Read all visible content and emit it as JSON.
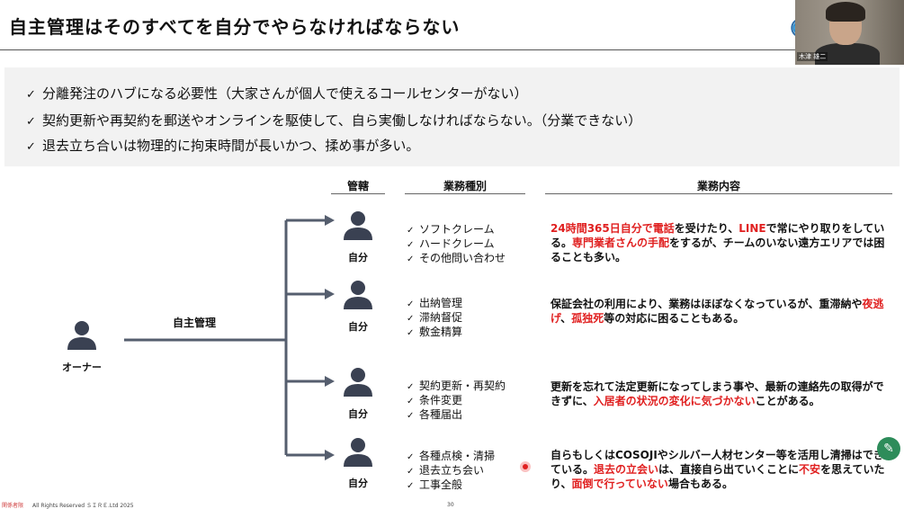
{
  "slide": {
    "title": "自主管理はそのすべてを自分でやらなければならない",
    "bullets": [
      "分離発注のハブになる必要性（大家さんが個人で使えるコールセンターがない）",
      "契約更新や再契約を郵送やオンラインを駆使して、自ら実働しなければならない。（分業できない）",
      "退去立ち合いは物理的に拘束時間が長いかつ、揉め事が多い。"
    ],
    "check_mark": "✓",
    "headers": {
      "jurisdiction": "管轄",
      "category": "業務種別",
      "content": "業務内容"
    },
    "owner_label": "オーナー",
    "route_label": "自主管理",
    "rows": [
      {
        "who": "自分",
        "tasks": [
          "ソフトクレーム",
          "ハードクレーム",
          "その他問い合わせ"
        ],
        "desc": [
          {
            "t": "24時間365日自分で電話",
            "red": true
          },
          {
            "t": "を受けたり、",
            "red": false
          },
          {
            "t": "LINE",
            "red": true
          },
          {
            "t": "で常にやり取りをしている。",
            "red": false
          },
          {
            "t": "専門業者さんの手配",
            "red": true
          },
          {
            "t": "をするが、チームのいない遠方エリアでは困ることも多い。",
            "red": false
          }
        ]
      },
      {
        "who": "自分",
        "tasks": [
          "出納管理",
          "滞納督促",
          "敷金精算"
        ],
        "desc": [
          {
            "t": "保証会社の利用により、業務はほぼなくなっているが、重滞納や",
            "red": false
          },
          {
            "t": "夜逃げ",
            "red": true
          },
          {
            "t": "、",
            "red": false
          },
          {
            "t": "孤独死",
            "red": true
          },
          {
            "t": "等の対応に困ることもある。",
            "red": false
          }
        ]
      },
      {
        "who": "自分",
        "tasks": [
          "契約更新・再契約",
          "条件変更",
          "各種届出"
        ],
        "desc": [
          {
            "t": "更新を忘れて法定更新になってしまう事や、最新の連絡先の取得ができずに、",
            "red": false
          },
          {
            "t": "入居者の状況の変化に気づかない",
            "red": true
          },
          {
            "t": "ことがある。",
            "red": false
          }
        ]
      },
      {
        "who": "自分",
        "tasks": [
          "各種点検・清掃",
          "退去立ち会い",
          "工事全般"
        ],
        "desc": [
          {
            "t": "自らもしくはCOSOJIやシルバー人材センター等を活用し清掃はできている。",
            "red": false
          },
          {
            "t": "退去の立会い",
            "red": true
          },
          {
            "t": "は、直接自ら出ていくことに",
            "red": false
          },
          {
            "t": "不安",
            "red": true
          },
          {
            "t": "を思えていたり、",
            "red": false
          },
          {
            "t": "面倒で行っていない",
            "red": true
          },
          {
            "t": "場合もある。",
            "red": false
          }
        ]
      }
    ],
    "footer": {
      "confidential": "関係者限",
      "copyright": "All Rights Reserved ＳＩＲＥ.Ltd 2025",
      "page": "30"
    },
    "video_name": "木津 雄二",
    "colors": {
      "accent_red": "#e02020",
      "arrow": "#555e6e",
      "person": "#3a4152"
    },
    "icons": [
      "person-icon",
      "logo-icon",
      "pen-icon",
      "check-icon"
    ]
  }
}
